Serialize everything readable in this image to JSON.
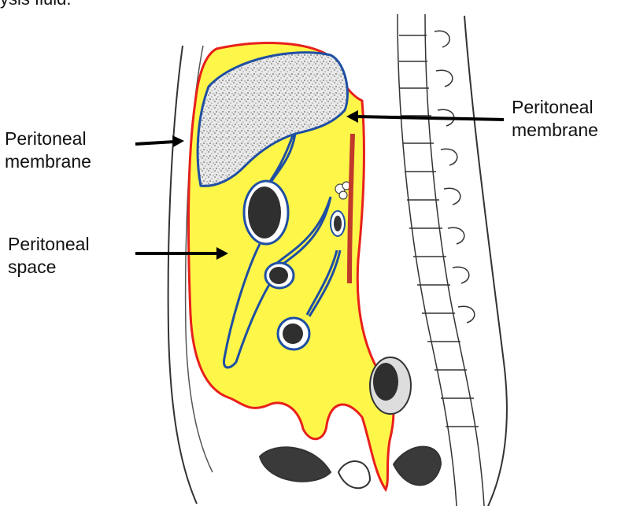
{
  "caption_fragment": "ysis fluid.",
  "labels": {
    "membrane_left": [
      "Peritoneal",
      "membrane"
    ],
    "membrane_right": [
      "Peritoneal",
      "membrane"
    ],
    "space": [
      "Peritoneal",
      "space"
    ]
  },
  "colors": {
    "peritoneal_space": "#fff64a",
    "parietal_membrane": "#e8201b",
    "visceral_membrane": "#1f4fa3",
    "organ_texture": "#b8b8b8",
    "line_art": "#333333",
    "arrow": "#000000"
  }
}
